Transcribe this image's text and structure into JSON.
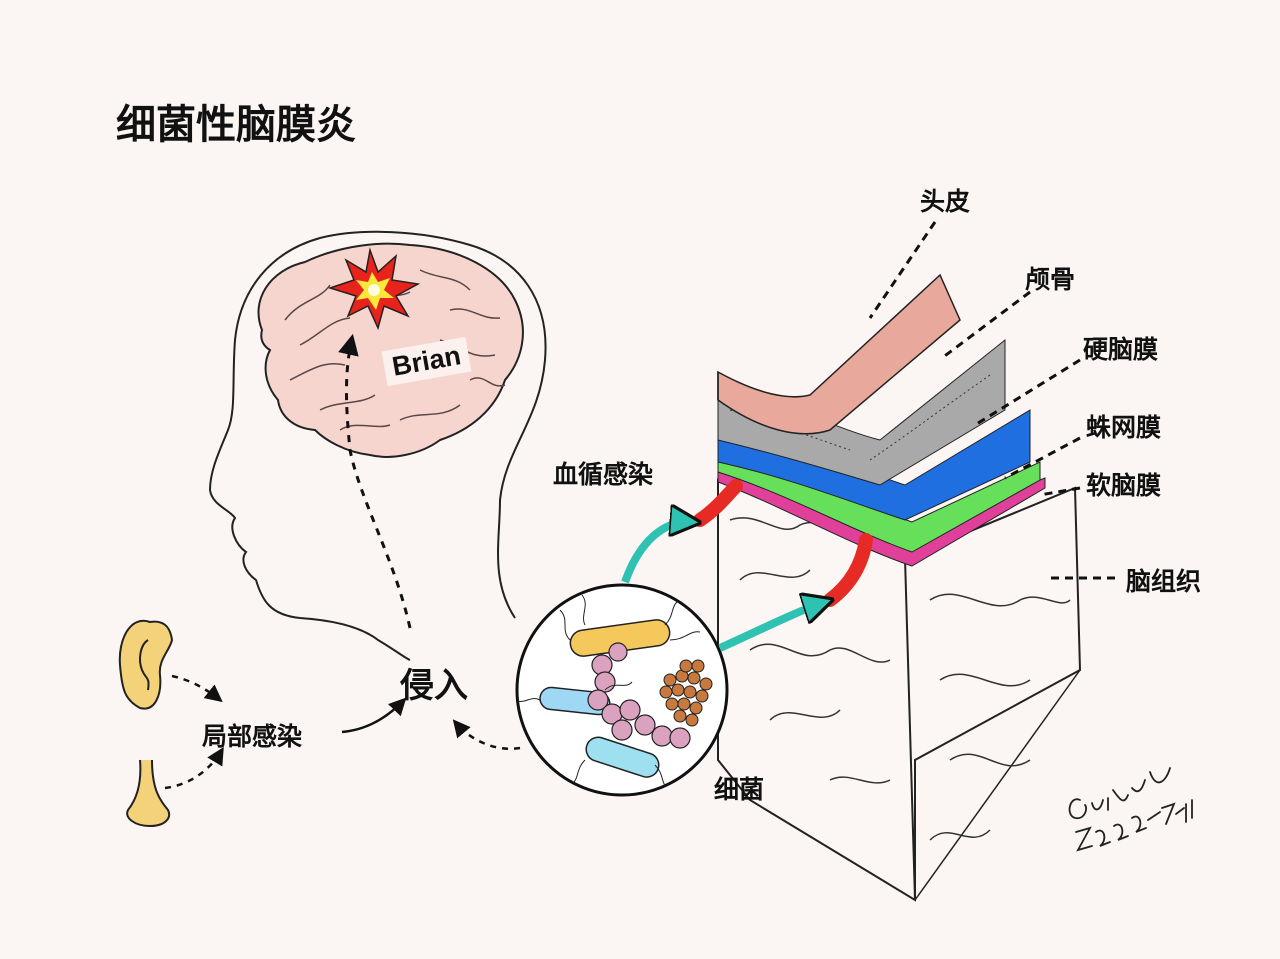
{
  "title": "细菌性脑膜炎",
  "brain_label": "Brian",
  "layers": {
    "scalp": "头皮",
    "skull": "颅骨",
    "dura": "硬脑膜",
    "arachnoid": "蛛网膜",
    "pia": "软脑膜",
    "brain_tissue": "脑组织"
  },
  "routes": {
    "blood_infection": "血循感染",
    "invasion": "侵入",
    "local_infection": "局部感染",
    "bacteria": "细菌"
  },
  "signature": "Guixiqxu 2022-7-11",
  "colors": {
    "scalp": "#e8a89c",
    "skull": "#a9a9a9",
    "dura": "#1f6fe0",
    "arachnoid": "#66e05a",
    "pia": "#e0409a",
    "vessel": "#e62a24",
    "arrow": "#2ec2b2",
    "brain": "#f7d5cf",
    "ear_nose": "#f4d27a"
  },
  "icons": [
    "explosion-icon",
    "ear-icon",
    "nose-icon"
  ]
}
